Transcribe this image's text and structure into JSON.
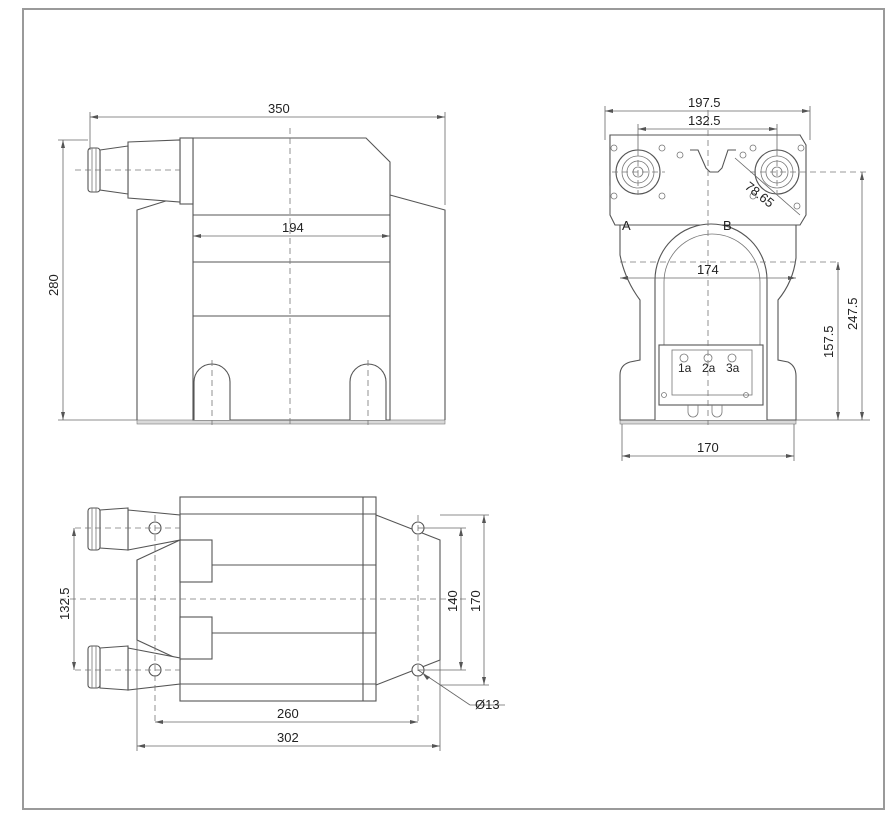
{
  "dimensions": {
    "front_width": "350",
    "front_height": "280",
    "front_inner": "194",
    "side_width": "197.5",
    "side_terminal_spacing": "132.5",
    "side_diag": "78.65",
    "side_middle": "174",
    "side_base": "170",
    "side_height_total": "247.5",
    "side_height_mid": "157.5",
    "top_spacing": "132.5",
    "top_inner": "140",
    "top_outer": "170",
    "top_hole_spacing": "260",
    "top_length": "302",
    "hole_diameter": "Ø13"
  },
  "labels": {
    "terminal_a": "A",
    "terminal_b": "B",
    "secondary_1": "1a",
    "secondary_2": "2a",
    "secondary_3": "3a"
  }
}
